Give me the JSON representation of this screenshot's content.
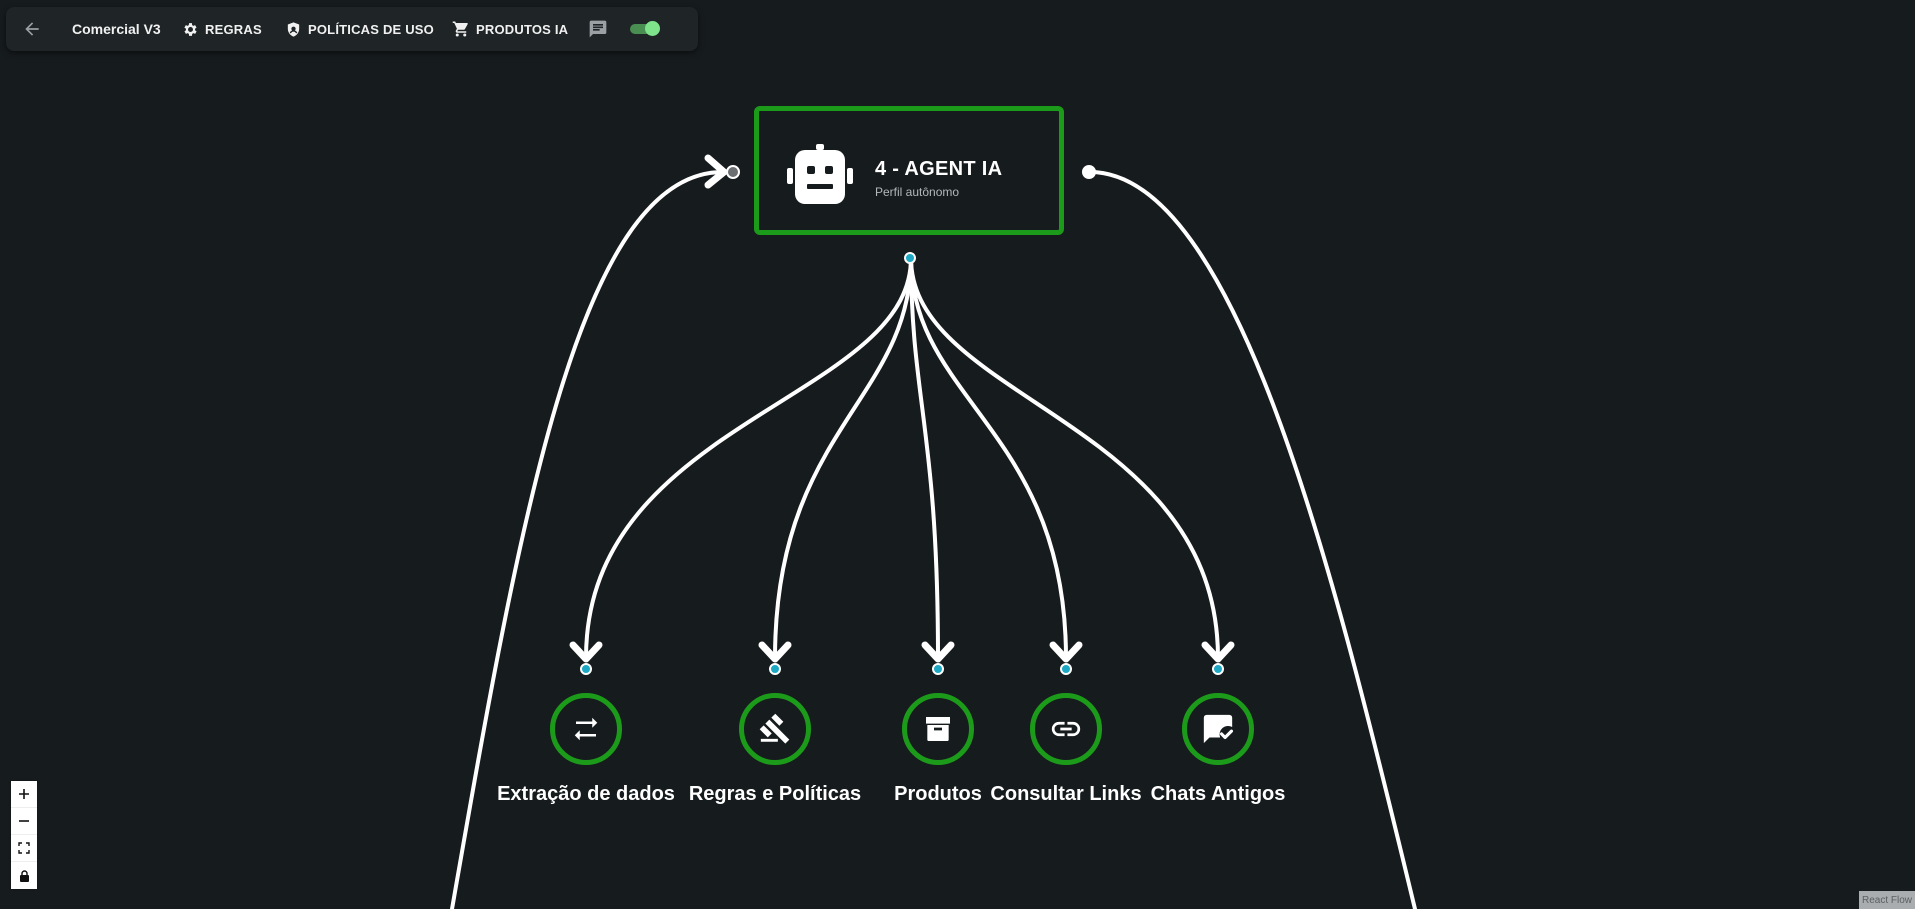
{
  "header": {
    "back_icon": "arrow-left-icon",
    "title": "Comercial V3",
    "items": [
      {
        "label": "REGRAS",
        "icon": "gear-icon"
      },
      {
        "label": "POLÍTICAS DE USO",
        "icon": "shield-icon"
      },
      {
        "label": "PRODUTOS IA",
        "icon": "cart-icon"
      }
    ],
    "chat_icon": "chat-icon",
    "toggle_state": "on"
  },
  "agent": {
    "title": "4 - AGENT IA",
    "subtitle": "Perfil autônomo",
    "icon": "robot-icon",
    "border_color": "#1c9b1a"
  },
  "tools": [
    {
      "label": "Extração de dados",
      "icon": "swap-arrows-icon"
    },
    {
      "label": "Regras e Políticas",
      "icon": "gavel-icon"
    },
    {
      "label": "Produtos",
      "icon": "archive-icon"
    },
    {
      "label": "Consultar Links",
      "icon": "link-icon"
    },
    {
      "label": "Chats Antigos",
      "icon": "chat-check-icon"
    }
  ],
  "controls": [
    {
      "icon": "plus-icon"
    },
    {
      "icon": "minus-icon"
    },
    {
      "icon": "fit-view-icon"
    },
    {
      "icon": "lock-icon"
    }
  ],
  "attribution": "React Flow",
  "colors": {
    "background": "#161b1d",
    "accent_green": "#1c9b1a",
    "handle_cyan": "#1ea8c4",
    "edge": "#ffffff"
  }
}
